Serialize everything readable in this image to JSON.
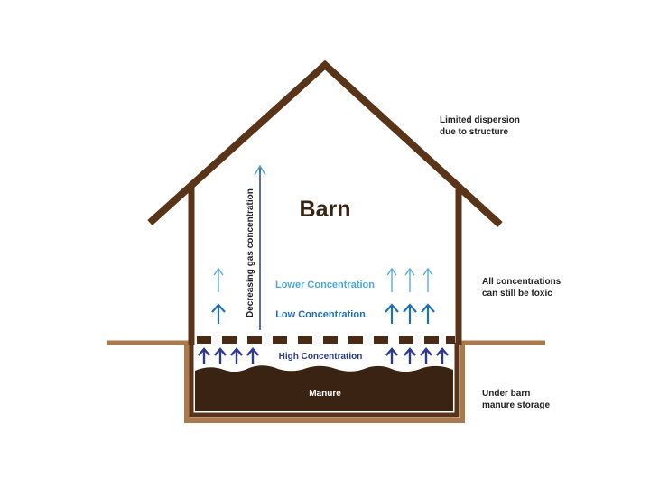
{
  "title": "Barn",
  "labels": {
    "dispersion_line1": "Limited dispersion",
    "dispersion_line2": "due to structure",
    "toxic_line1": "All concentrations",
    "toxic_line2": "can still be toxic",
    "storage_line1": "Under barn",
    "storage_line2": "manure storage",
    "lower_concentration": "Lower Concentration",
    "low_concentration": "Low Concentration",
    "high_concentration": "High Concentration",
    "manure": "Manure",
    "gradient_axis": "Decreasing gas concentration"
  },
  "colors": {
    "roof_wall": "#5a3418",
    "ground": "#a87a4c",
    "manure": "#3b2314",
    "slat": "#4a2a14",
    "lower": "#4aa8e0",
    "low": "#1f6fb5",
    "high": "#2c3a8c",
    "text_dark": "#222222",
    "title": "#3b2314"
  },
  "icons": {
    "arrow": "up-arrow-icon"
  }
}
